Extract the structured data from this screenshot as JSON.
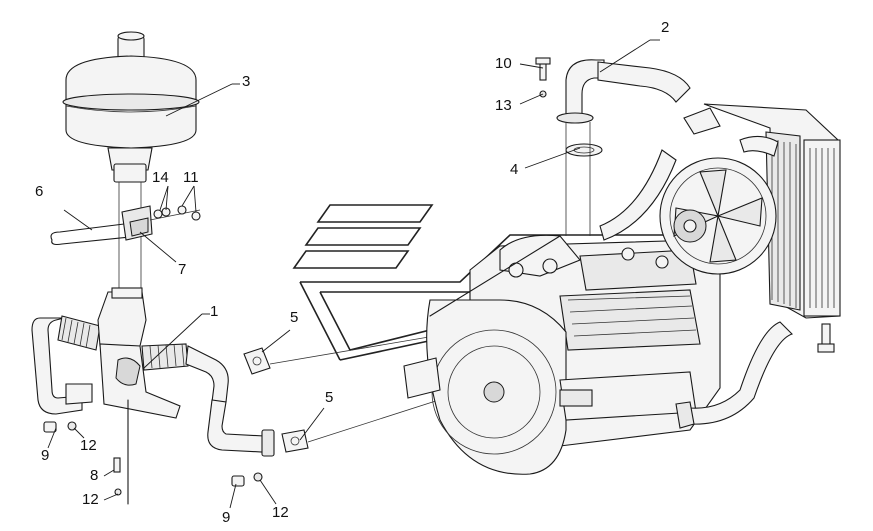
{
  "callouts": [
    {
      "id": "c1",
      "label": "1"
    },
    {
      "id": "c2",
      "label": "2"
    },
    {
      "id": "c3",
      "label": "3"
    },
    {
      "id": "c4",
      "label": "4"
    },
    {
      "id": "c5a",
      "label": "5"
    },
    {
      "id": "c5b",
      "label": "5"
    },
    {
      "id": "c6",
      "label": "6"
    },
    {
      "id": "c7",
      "label": "7"
    },
    {
      "id": "c8",
      "label": "8"
    },
    {
      "id": "c9a",
      "label": "9"
    },
    {
      "id": "c9b",
      "label": "9"
    },
    {
      "id": "c10",
      "label": "10"
    },
    {
      "id": "c11",
      "label": "11"
    },
    {
      "id": "c12a",
      "label": "12"
    },
    {
      "id": "c12b",
      "label": "12"
    },
    {
      "id": "c12c",
      "label": "12"
    },
    {
      "id": "c13",
      "label": "13"
    },
    {
      "id": "c14",
      "label": "14"
    }
  ]
}
